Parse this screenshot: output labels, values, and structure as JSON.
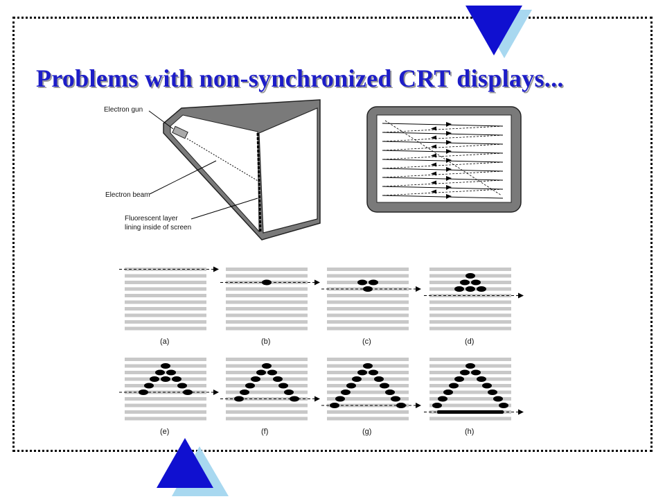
{
  "slide": {
    "title": "Problems with non-synchronized CRT displays..."
  },
  "crt_diagram": {
    "labels": {
      "electron_gun": "Electron gun",
      "electron_beam": "Electron beam",
      "fluorescent_1": "Fluorescent layer",
      "fluorescent_2": "lining inside of screen"
    }
  },
  "scan_panels": {
    "captions": [
      "(a)",
      "(b)",
      "(c)",
      "(d)",
      "(e)",
      "(f)",
      "(g)",
      "(h)"
    ]
  },
  "colors": {
    "title": "#1d1dc8",
    "triangle_dark": "#1010d0",
    "triangle_light": "#a8d8f0"
  }
}
